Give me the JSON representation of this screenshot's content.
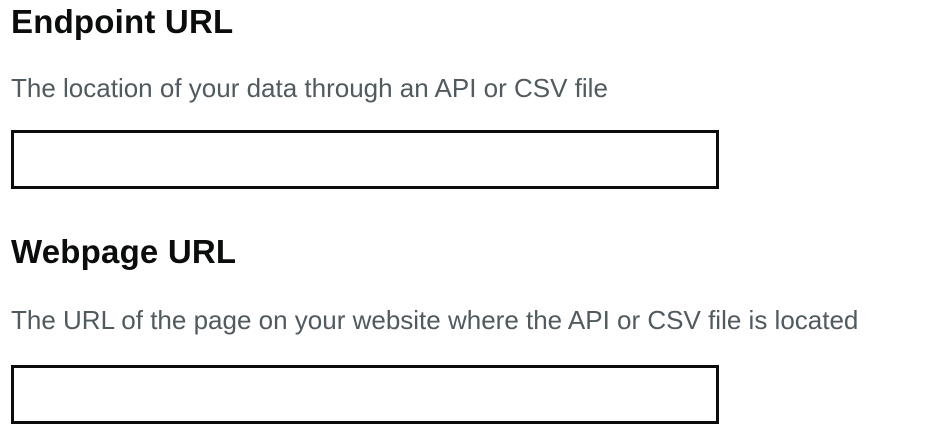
{
  "form": {
    "fields": [
      {
        "id": "endpoint-url",
        "label": "Endpoint URL",
        "hint": "The location of your data through an API or CSV file",
        "value": ""
      },
      {
        "id": "webpage-url",
        "label": "Webpage URL",
        "hint": "The URL of the page on your website where the API or CSV file is located",
        "value": ""
      }
    ]
  },
  "colors": {
    "text": "#0b0c0c",
    "hint": "#505a5f",
    "input_border": "#0b0c0c",
    "background": "#ffffff"
  }
}
